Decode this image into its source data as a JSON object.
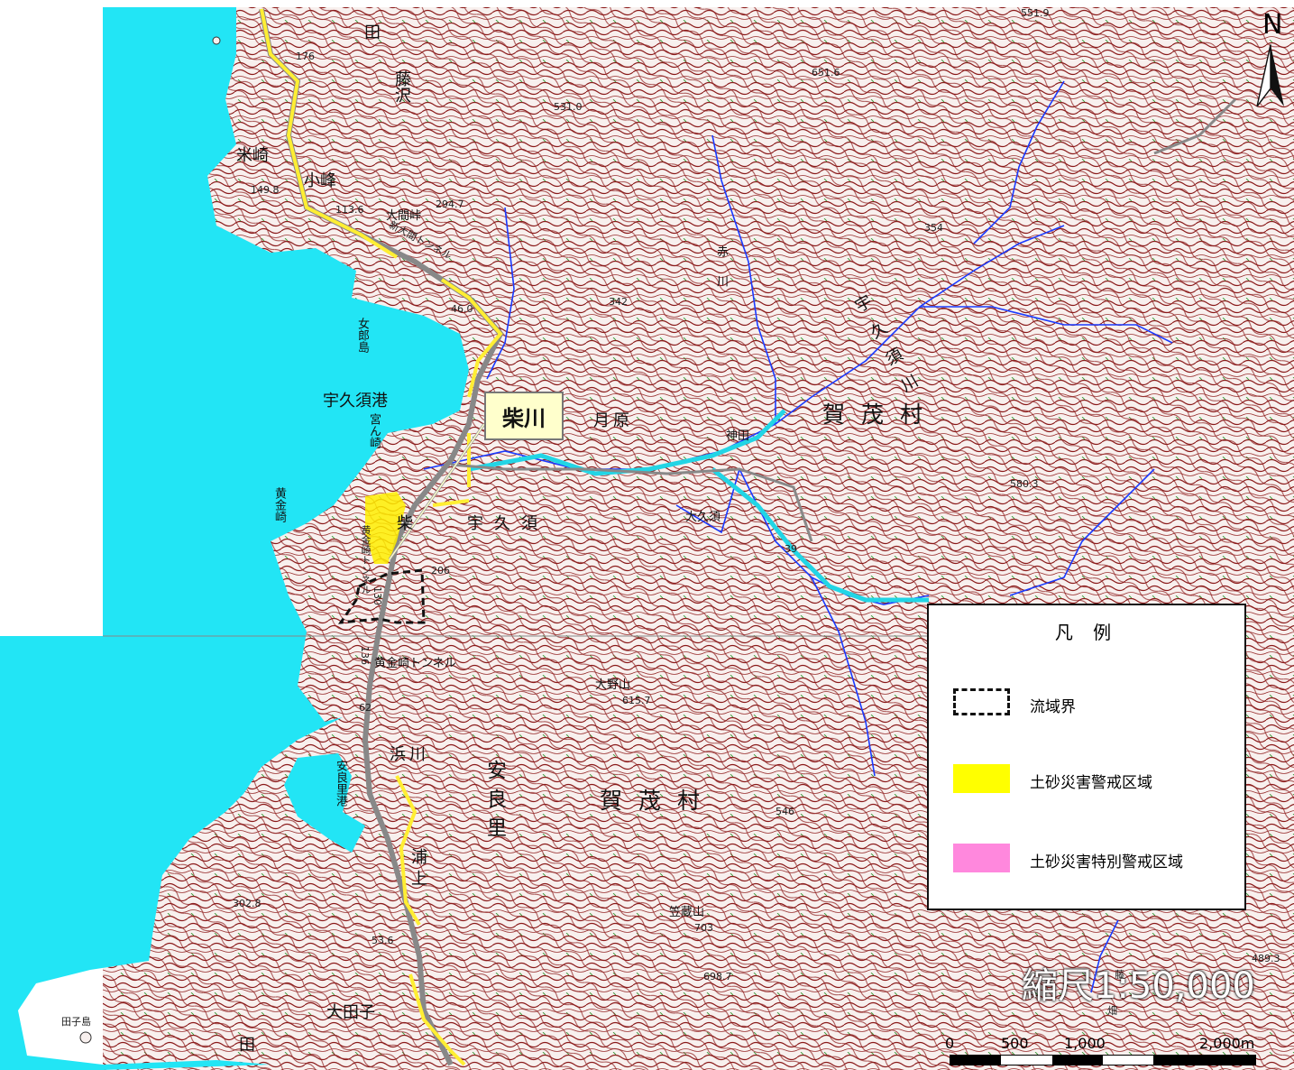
{
  "colors": {
    "sea": "#22e5f5",
    "contour": "#8b1a1a",
    "land": "#f8f0ee",
    "river": "#1a3aff",
    "road": "#ffee33",
    "warning": "#ffee00"
  },
  "labels": {
    "ta1": "田",
    "fujisawa": "藤沢",
    "yonezaki": "米崎",
    "komine": "小峰",
    "omata": "大間峠",
    "tunnel1": "新大間トンネル",
    "onnaro": "女郎島",
    "ukusu_port": "宇久須港",
    "miyanzaki": "宮ん崎",
    "koganezaki": "黄金崎",
    "shiba": "柴",
    "kogane_tunnel_v": "黄金崎トンネル",
    "kogane_tunnel": "黄金崎トンネル",
    "tsukihara": "月原",
    "ukusu": "宇久須",
    "ookusu": "大久須",
    "kanda": "神田",
    "kamo_north": "賀茂村",
    "kamo_south": "賀茂村",
    "ooyama": "大野山",
    "hamakawa": "浜川",
    "arari": "安良里",
    "arari_port": "安良里港",
    "urakami": "浦上",
    "kasayama": "笠蔵山",
    "ootago": "大田子",
    "tagojima": "田子島",
    "ta2": "田",
    "river_a": "赤川",
    "river_b": "宇久須川",
    "chikuma": "藤",
    "hata": "畑"
  },
  "spot_heights": [
    "551.9",
    "651.6",
    "531.0",
    "354",
    "342",
    "46.0",
    "294.7",
    "149.8",
    "176",
    "580.3",
    "206",
    "615.7",
    "546",
    "302.8",
    "53.6",
    "703",
    "698.7",
    "489.3",
    "39",
    "113.6",
    "130",
    "136",
    "62"
  ],
  "callout": "柴川",
  "legend": {
    "title": "凡 例",
    "items": [
      {
        "label": "流域界"
      },
      {
        "label": "土砂災害警戒区域"
      },
      {
        "label": "土砂災害特別警戒区域"
      }
    ]
  },
  "scale": {
    "title": "縮尺1:50,000",
    "ticks": [
      "0",
      "500",
      "1,000",
      "2,000m"
    ]
  },
  "north": "N"
}
